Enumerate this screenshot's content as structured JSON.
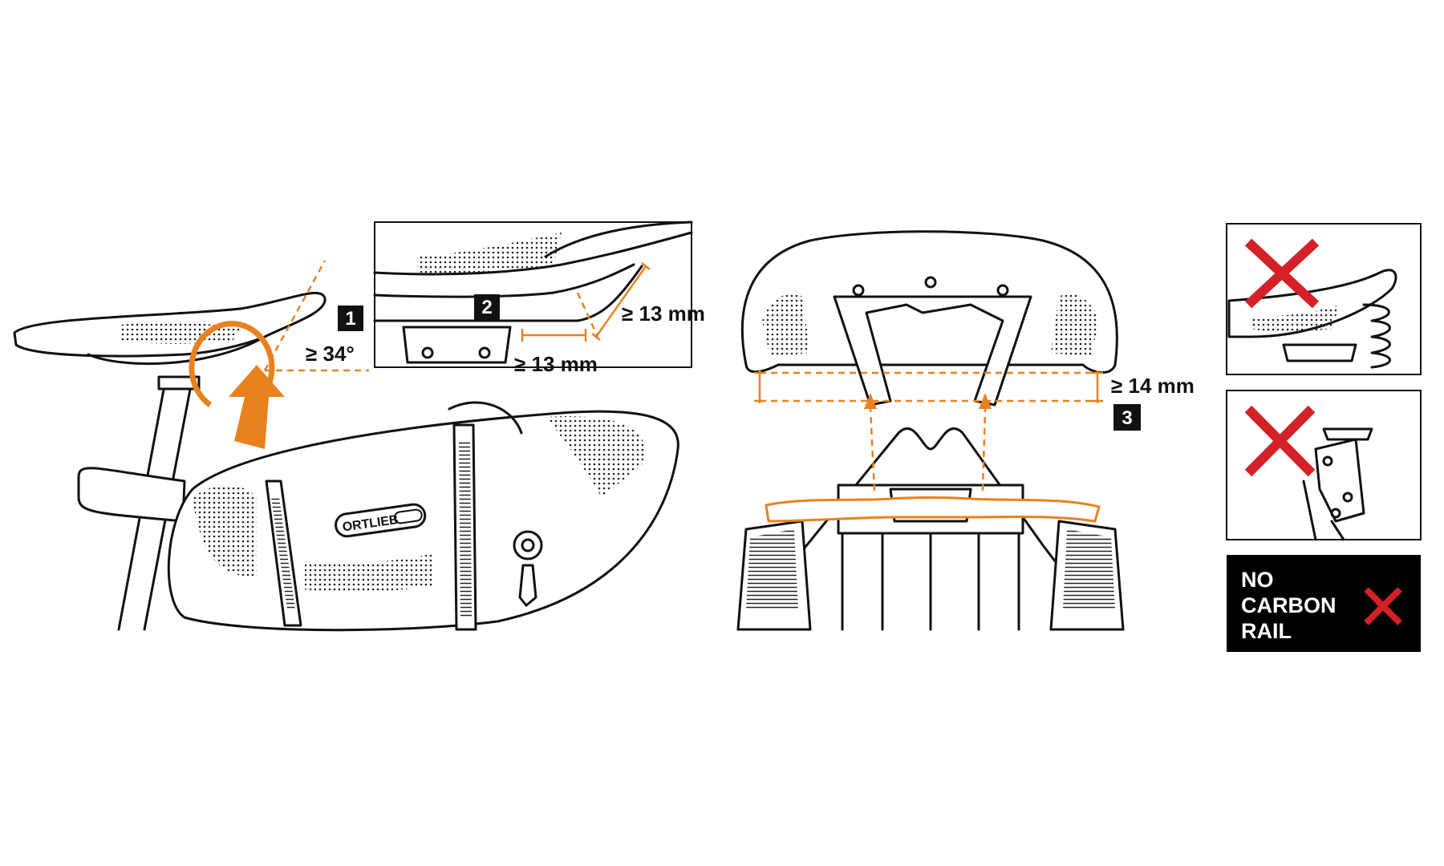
{
  "step1": {
    "number": "1",
    "angle_label": "≥ 34°"
  },
  "step2": {
    "number": "2",
    "clearance_vertical": "≥ 13 mm",
    "clearance_horizontal": "≥ 13 mm"
  },
  "step3": {
    "number": "3",
    "rail_length": "≥ 14 mm"
  },
  "bag": {
    "brand_logo": "ORTLIEB"
  },
  "warnings": {
    "suspension_saddle": "cross-icon",
    "suspension_seatpost": "cross-icon",
    "no_carbon_rail": [
      "NO",
      "CARBON",
      "RAIL"
    ]
  },
  "colors": {
    "accent": "#e8821e",
    "warning_red": "#d42027",
    "ink": "#111111"
  }
}
